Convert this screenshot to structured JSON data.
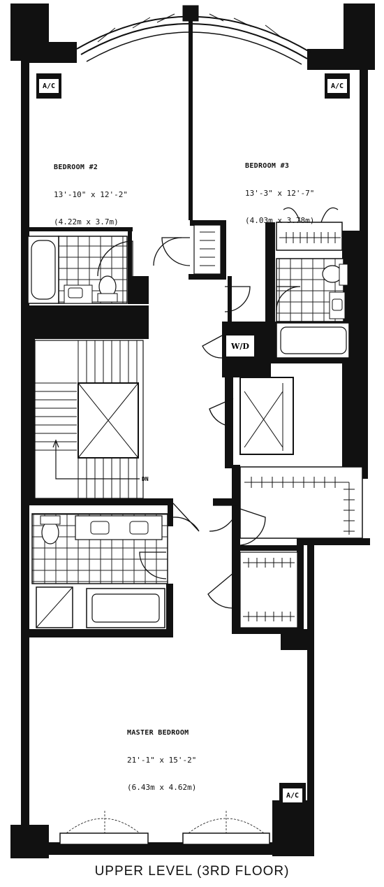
{
  "plan": {
    "caption": "UPPER LEVEL (3RD FLOOR)",
    "rooms": {
      "bedroom2": {
        "name": "BEDROOM #2",
        "dim_ft": "13'-10\" x 12'-2\"",
        "dim_m": "(4.22m x 3.7m)"
      },
      "bedroom3": {
        "name": "BEDROOM #3",
        "dim_ft": "13'-3\" x 12'-7\"",
        "dim_m": "(4.03m x 3.78m)"
      },
      "master": {
        "name": "MASTER BEDROOM",
        "dim_ft": "21'-1\" x 15'-2\"",
        "dim_m": "(6.43m x 4.62m)"
      }
    },
    "ac_label": "A/C",
    "wd_label": "W/D",
    "stair_label": "DN"
  },
  "colors": {
    "wall": "#111111",
    "background": "#ffffff"
  }
}
